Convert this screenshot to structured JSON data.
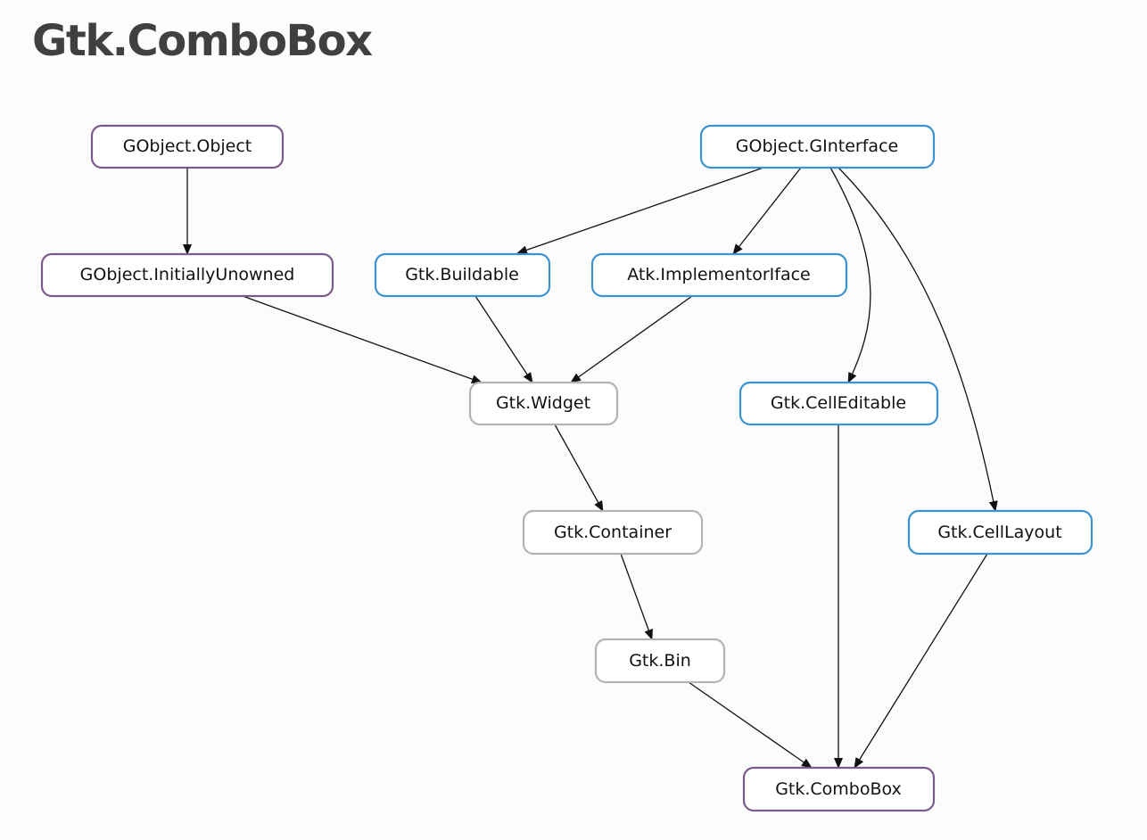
{
  "title": "Gtk.ComboBox",
  "colors": {
    "class": "#7a5a8a",
    "interface": "#3a93cf",
    "parent": "#b3b3b3",
    "edge": "#111111",
    "title": "#404040"
  },
  "nodes": {
    "gobject_object": {
      "label": "GObject.Object",
      "kind": "class"
    },
    "gobject_initially_unowned": {
      "label": "GObject.InitiallyUnowned",
      "kind": "class"
    },
    "gobject_ginterface": {
      "label": "GObject.GInterface",
      "kind": "interface"
    },
    "gtk_buildable": {
      "label": "Gtk.Buildable",
      "kind": "interface"
    },
    "atk_implementor_iface": {
      "label": "Atk.ImplementorIface",
      "kind": "interface"
    },
    "gtk_widget": {
      "label": "Gtk.Widget",
      "kind": "parent"
    },
    "gtk_cell_editable": {
      "label": "Gtk.CellEditable",
      "kind": "interface"
    },
    "gtk_container": {
      "label": "Gtk.Container",
      "kind": "parent"
    },
    "gtk_cell_layout": {
      "label": "Gtk.CellLayout",
      "kind": "interface"
    },
    "gtk_bin": {
      "label": "Gtk.Bin",
      "kind": "parent"
    },
    "gtk_combo_box": {
      "label": "Gtk.ComboBox",
      "kind": "class"
    }
  },
  "edges": [
    {
      "from": "gobject_object",
      "to": "gobject_initially_unowned"
    },
    {
      "from": "gobject_ginterface",
      "to": "gtk_buildable"
    },
    {
      "from": "gobject_ginterface",
      "to": "atk_implementor_iface"
    },
    {
      "from": "gobject_ginterface",
      "to": "gtk_cell_editable"
    },
    {
      "from": "gobject_ginterface",
      "to": "gtk_cell_layout"
    },
    {
      "from": "gobject_initially_unowned",
      "to": "gtk_widget"
    },
    {
      "from": "gtk_buildable",
      "to": "gtk_widget"
    },
    {
      "from": "atk_implementor_iface",
      "to": "gtk_widget"
    },
    {
      "from": "gtk_widget",
      "to": "gtk_container"
    },
    {
      "from": "gtk_container",
      "to": "gtk_bin"
    },
    {
      "from": "gtk_bin",
      "to": "gtk_combo_box"
    },
    {
      "from": "gtk_cell_editable",
      "to": "gtk_combo_box"
    },
    {
      "from": "gtk_cell_layout",
      "to": "gtk_combo_box"
    }
  ]
}
